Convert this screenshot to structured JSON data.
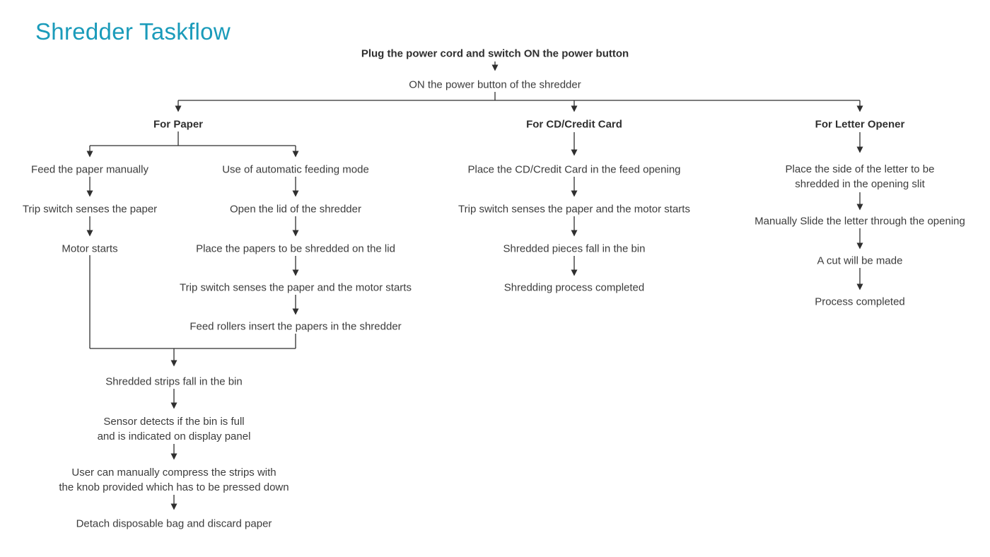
{
  "title": {
    "text": "Shredder Taskflow",
    "color": "#1a9bba"
  },
  "colors": {
    "line": "#2f2f2f",
    "text": "#3c3c3c"
  },
  "flow": {
    "start": "Plug the power cord and switch ON the power button",
    "power": "ON the power button of the shredder",
    "paper": {
      "header": "For Paper",
      "manual": [
        "Feed the paper manually",
        "Trip switch senses the paper",
        "Motor starts"
      ],
      "auto": [
        "Use of automatic feeding mode",
        "Open the lid of the shredder",
        "Place the papers to be shredded on the lid",
        "Trip switch senses the paper and the motor starts",
        "Feed rollers insert the papers in the shredder"
      ],
      "merged": [
        "Shredded strips fall in the bin",
        "Sensor detects if the bin is full\nand is indicated on display panel",
        "User can manually compress the strips with\nthe knob provided which has to be pressed down",
        "Detach disposable bag and discard paper"
      ]
    },
    "cd": {
      "header": "For CD/Credit Card",
      "steps": [
        "Place the CD/Credit Card in the feed opening",
        "Trip switch senses the paper and the motor starts",
        "Shredded pieces fall in the bin",
        "Shredding process completed"
      ]
    },
    "letter": {
      "header": "For Letter Opener",
      "steps": [
        "Place the side of the letter to be\nshredded in the opening slit",
        "Manually Slide the letter through the opening",
        "A cut will be made",
        "Process completed"
      ]
    }
  }
}
